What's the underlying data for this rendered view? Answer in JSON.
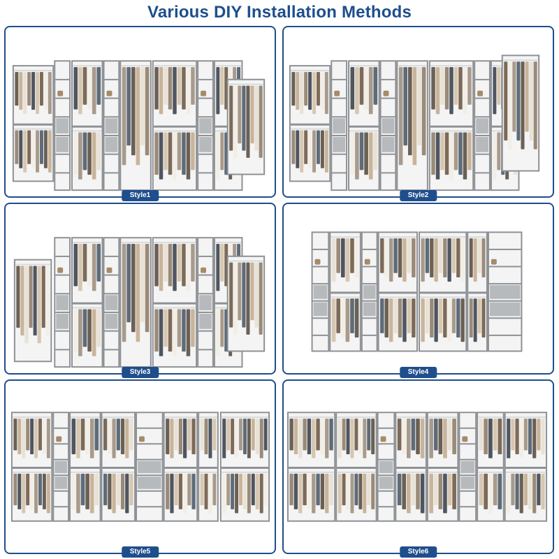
{
  "title": "Various DIY Installation Methods",
  "styles": [
    {
      "label": "Style1"
    },
    {
      "label": "Style2"
    },
    {
      "label": "Style3"
    },
    {
      "label": "Style4"
    },
    {
      "label": "Style5"
    },
    {
      "label": "Style6"
    }
  ],
  "colors": {
    "frame": "#1f4e8c",
    "closet_gray": "#8d9094",
    "closet_light": "#b7babd",
    "rod": "#d8dadc"
  }
}
